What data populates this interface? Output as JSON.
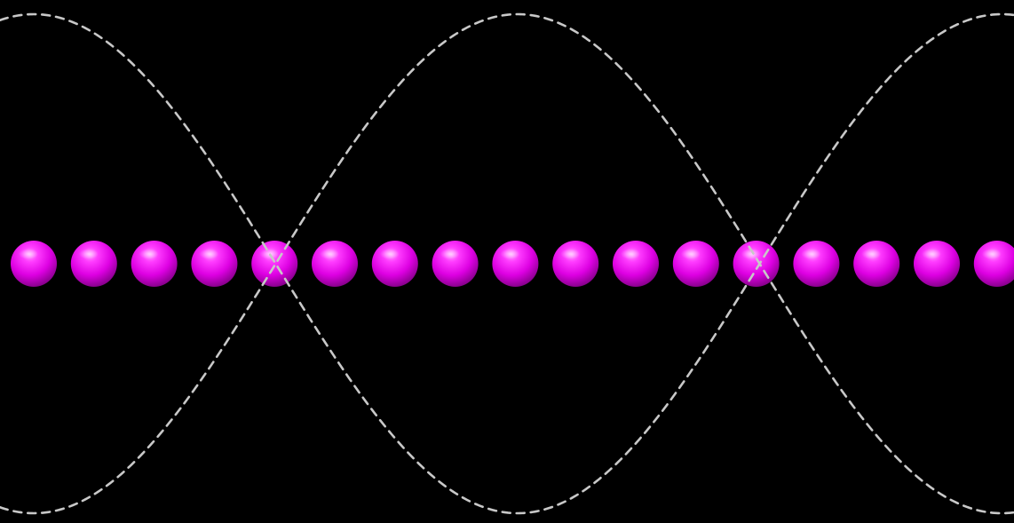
{
  "scene": {
    "background_color": "#000000",
    "envelope": {
      "curves": 2,
      "style": "dashed",
      "color": "#c8c8c8",
      "amplitude": 1,
      "wavelength_in_particles": 16,
      "node_count_visible": 2
    },
    "particles": {
      "count": 17,
      "color": "#e000e6",
      "highlight_color": "#ff9cff",
      "shade_color": "#7a007e",
      "displacement": [
        0,
        0,
        0,
        0,
        0,
        0,
        0,
        0,
        0,
        0,
        0,
        0,
        0,
        0,
        0,
        0,
        0
      ]
    }
  }
}
